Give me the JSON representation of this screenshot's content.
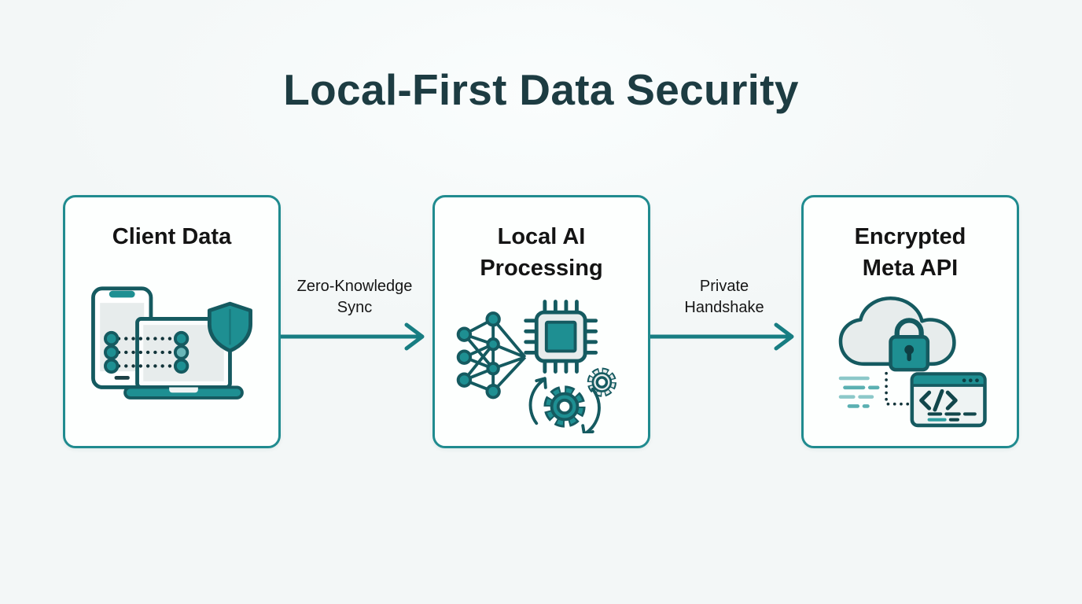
{
  "title": "Local-First Data Security",
  "nodes": [
    {
      "label": "Client Data",
      "icon": "client-devices-icon"
    },
    {
      "label": "Local AI\nProcessing",
      "icon": "ai-chip-gears-icon"
    },
    {
      "label": "Encrypted\nMeta API",
      "icon": "cloud-lock-api-icon"
    }
  ],
  "connectors": [
    {
      "label": "Zero-Knowledge\nSync",
      "direction": "right"
    },
    {
      "label": "Private\nHandshake",
      "direction": "right"
    }
  ],
  "colors": {
    "background": "#f4f8f8",
    "title_text": "#1d3c42",
    "node_border": "#208b8f",
    "node_background": "#fdfffe",
    "node_text": "#141414",
    "connector_line": "#177d82",
    "connector_text": "#161616",
    "icon_teal": "#1e8f92",
    "icon_outline": "#155a60",
    "icon_gray": "#e7ecec",
    "icon_light_teal": "#8cc8c9"
  }
}
